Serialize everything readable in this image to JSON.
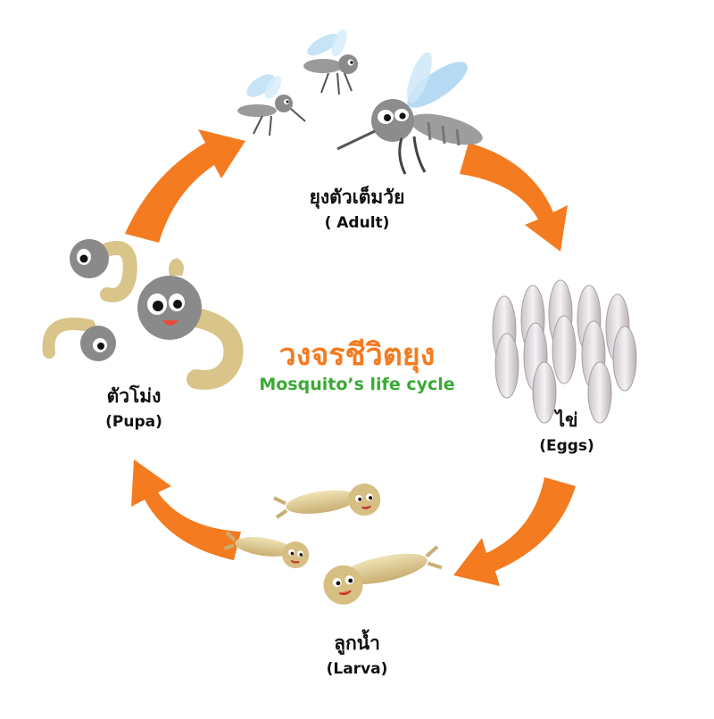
{
  "title": {
    "thai": "วงจรชีวิตยุง",
    "english": "Mosquito’s life cycle"
  },
  "stages": [
    {
      "thai": "ยุงตัวเต็มวัย",
      "english": "( Adult)"
    },
    {
      "thai": "ไข่",
      "english": "(Eggs)"
    },
    {
      "thai": "ลูกน้ำ",
      "english": "(Larva)"
    },
    {
      "thai": "ตัวโม่ง",
      "english": "(Pupa)"
    }
  ],
  "colors": {
    "arrow": "#f47b20",
    "title_thai": "#f47b20",
    "title_english": "#3aaa35",
    "mosquito_body": "#8a8a8a",
    "larva_body": "#d9c48a"
  }
}
